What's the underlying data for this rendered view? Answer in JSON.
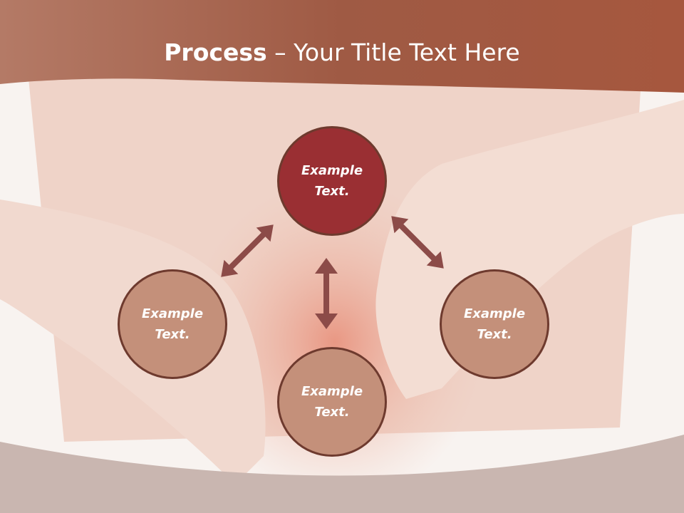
{
  "slide": {
    "title_bold": "Process",
    "title_rest": " – Your Title Text Here"
  },
  "nodes": {
    "top": "Example\nText.",
    "left": "Example\nText.",
    "right": "Example\nText.",
    "bottom": "Example\nText."
  },
  "colors": {
    "header": "#a5604a",
    "main_circle": "#9a2f33",
    "sub_circle": "#c4907a",
    "arrow": "#8c4b48"
  }
}
